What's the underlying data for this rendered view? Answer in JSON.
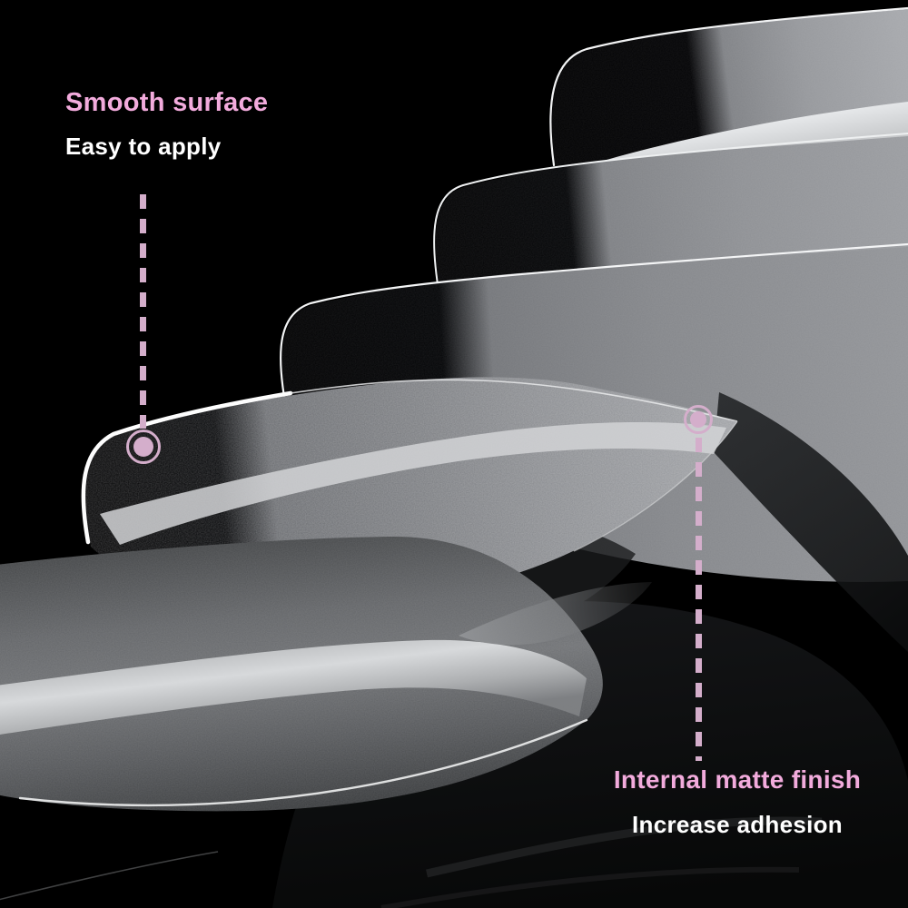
{
  "photo": {
    "description": "Macro photograph of overlapping transparent press-on nail tips cascading diagonally on a black background",
    "nail_tip_count": 6
  },
  "annotations": {
    "smooth": {
      "title": "Smooth surface",
      "subtitle": "Easy to apply"
    },
    "matte": {
      "title": "Internal matte finish",
      "subtitle": "Increase adhesion"
    }
  },
  "colors": {
    "accent-pink": "#f2abdc",
    "marker-pink": "#d4aecb",
    "text-white": "#ffffff",
    "background": "#000000"
  }
}
